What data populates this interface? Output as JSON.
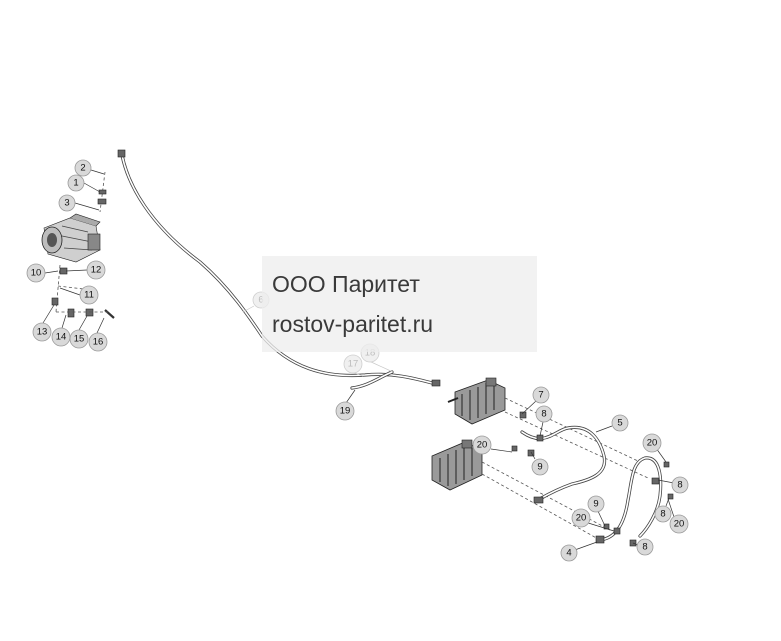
{
  "watermark": {
    "company": "ООО Паритет",
    "website": "rostov-paritet.ru"
  },
  "callouts": [
    {
      "id": "c2",
      "label": "2"
    },
    {
      "id": "c1",
      "label": "1"
    },
    {
      "id": "c3",
      "label": "3"
    },
    {
      "id": "c10",
      "label": "10"
    },
    {
      "id": "c12",
      "label": "12"
    },
    {
      "id": "c11",
      "label": "11"
    },
    {
      "id": "c13",
      "label": "13"
    },
    {
      "id": "c14",
      "label": "14"
    },
    {
      "id": "c15",
      "label": "15"
    },
    {
      "id": "c16",
      "label": "16"
    },
    {
      "id": "c6",
      "label": "6"
    },
    {
      "id": "c17",
      "label": "17"
    },
    {
      "id": "c18",
      "label": "18"
    },
    {
      "id": "c19",
      "label": "19"
    },
    {
      "id": "c7",
      "label": "7"
    },
    {
      "id": "c8a",
      "label": "8"
    },
    {
      "id": "c5",
      "label": "5"
    },
    {
      "id": "c20a",
      "label": "20"
    },
    {
      "id": "c9a",
      "label": "9"
    },
    {
      "id": "c20b",
      "label": "20"
    },
    {
      "id": "c8b",
      "label": "8"
    },
    {
      "id": "c8c",
      "label": "8"
    },
    {
      "id": "c20c",
      "label": "20"
    },
    {
      "id": "c9b",
      "label": "9"
    },
    {
      "id": "c20d",
      "label": "20"
    },
    {
      "id": "c8d",
      "label": "8"
    },
    {
      "id": "c4",
      "label": "4"
    }
  ]
}
